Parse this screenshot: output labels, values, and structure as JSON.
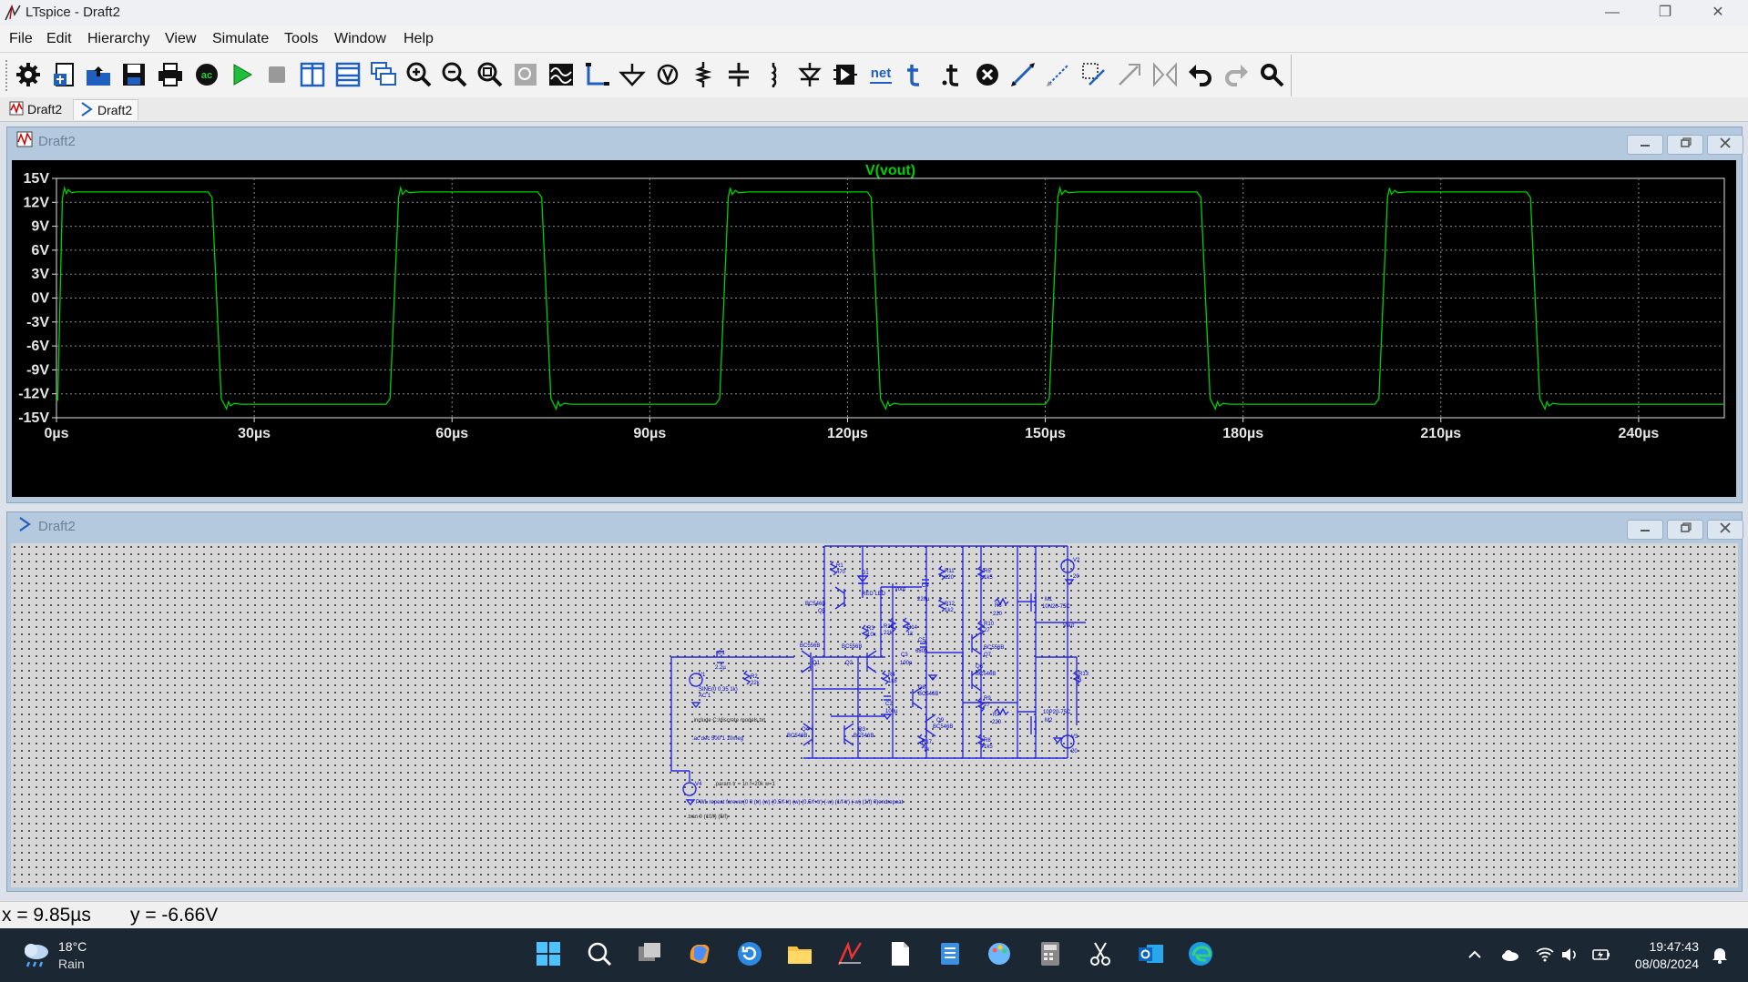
{
  "window": {
    "title": "LTspice - Draft2"
  },
  "menu": [
    "File",
    "Edit",
    "Hierarchy",
    "View",
    "Simulate",
    "Tools",
    "Window",
    "Help"
  ],
  "toolbar_icons": [
    "settings-icon",
    "new-schematic-icon",
    "open-icon",
    "save-icon",
    "print-icon",
    "ac-analysis-icon",
    "run-icon",
    "halt-icon",
    "tile-vertical-icon",
    "tile-horizontal-icon",
    "cascade-icon",
    "zoom-in-icon",
    "zoom-out-icon",
    "zoom-fit-icon",
    "zoom-back-icon",
    "waveform-icon",
    "wire-icon",
    "ground-icon",
    "label-icon",
    "resistor-icon",
    "capacitor-icon",
    "inductor-icon",
    "diode-icon",
    "component-icon",
    "net-label-icon",
    "text-icon",
    "spice-directive-icon",
    "delete-icon",
    "move-icon",
    "drag-icon",
    "rotate-icon",
    "mirror-icon",
    "flip-icon",
    "undo-icon",
    "redo-icon",
    "find-icon"
  ],
  "toolbar_labels": {
    "net": "net"
  },
  "tabs": [
    {
      "label": "Draft2",
      "icon": "waveform-icon"
    },
    {
      "label": "Draft2",
      "icon": "schematic-icon"
    }
  ],
  "plot_window": {
    "title": "Draft2",
    "trace_label": "V(vout)",
    "trace_color": "#00d000"
  },
  "chart_data": {
    "type": "line",
    "title": "",
    "xlabel": "",
    "ylabel": "",
    "xlim": [
      0,
      253
    ],
    "ylim": [
      -15,
      15
    ],
    "x_ticks": [
      "0µs",
      "30µs",
      "60µs",
      "90µs",
      "120µs",
      "150µs",
      "180µs",
      "210µs",
      "240µs"
    ],
    "y_ticks": [
      "15V",
      "12V",
      "9V",
      "6V",
      "3V",
      "0V",
      "-3V",
      "-6V",
      "-9V",
      "-12V",
      "-15V"
    ],
    "grid": true,
    "series": [
      {
        "name": "V(vout)",
        "x": [
          0,
          0.2,
          0.9,
          1.2,
          1.5,
          1.8,
          2.3,
          3,
          5,
          23,
          23.6,
          25,
          25.8,
          26.1,
          26.4,
          27,
          28,
          50,
          50.6,
          51.9,
          52.2,
          52.5,
          53,
          53.5,
          55,
          73,
          73.6,
          75,
          75.8,
          76.1,
          76.4,
          77,
          78,
          100,
          100.6,
          101.9,
          102.2,
          102.5,
          103,
          103.5,
          105,
          123,
          123.6,
          125,
          125.8,
          126.1,
          126.4,
          127,
          128,
          150,
          150.6,
          151.9,
          152.2,
          152.5,
          153,
          153.5,
          155,
          173,
          173.6,
          175,
          175.8,
          176.1,
          176.4,
          177,
          178,
          200,
          200.6,
          201.9,
          202.2,
          202.5,
          203,
          203.5,
          205,
          223,
          223.6,
          225,
          225.8,
          226.1,
          226.4,
          227,
          228,
          253
        ],
        "y": [
          -12.8,
          -12.8,
          12.5,
          13.8,
          13.1,
          13.6,
          13.2,
          13.3,
          13.3,
          13.3,
          12.6,
          -12.6,
          -13.9,
          -13.0,
          -13.5,
          -13.2,
          -13.3,
          -13.3,
          -12.6,
          12.6,
          13.8,
          13.0,
          13.5,
          13.2,
          13.3,
          13.3,
          12.6,
          -12.6,
          -13.9,
          -13.0,
          -13.5,
          -13.2,
          -13.3,
          -13.3,
          -12.6,
          12.6,
          13.8,
          13.0,
          13.5,
          13.2,
          13.3,
          13.3,
          12.6,
          -12.6,
          -13.9,
          -13.0,
          -13.5,
          -13.2,
          -13.3,
          -13.3,
          -12.6,
          12.6,
          13.8,
          13.0,
          13.5,
          13.2,
          13.3,
          13.3,
          12.6,
          -12.6,
          -13.9,
          -13.0,
          -13.5,
          -13.2,
          -13.3,
          -13.3,
          -12.6,
          12.6,
          13.8,
          13.0,
          13.5,
          13.2,
          13.3,
          13.3,
          12.6,
          -12.6,
          -13.9,
          -13.0,
          -13.5,
          -13.2,
          -13.3,
          -13.3
        ]
      }
    ]
  },
  "schematic_window": {
    "title": "Draft2"
  },
  "schematic_labels": {
    "r1": "R1",
    "r1v": "470",
    "d1": "D1",
    "redled": "RED LED",
    "vout1": "Vout",
    "c4": "C4",
    "c4v": "220µ",
    "r11": "R11",
    "r11v": "820",
    "r12": "R12",
    "r12v": "1k2",
    "r5": "R5",
    "r5v": "1k5",
    "r6": "R6",
    "r6v": "220",
    "m1": "M1",
    "m1v": "10N20-75C",
    "v2": "V2",
    "v2v": "20",
    "bc546b_q5": "BC546B",
    "q5": "Q5",
    "r3": "R3",
    "r3v": "10k",
    "r15": "R15",
    "r15v": "22k",
    "r14": "R14",
    "r14v": "1k",
    "c5": "C5",
    "c5v": "680p",
    "r10": "R10",
    "r10v": "27",
    "bc556b_q7": "BC556B",
    "q7": "Q7",
    "vout2": "Vout",
    "bc556b_q1": "BC556B",
    "bc556b_q2": "BC556B",
    "q1": "Q1",
    "q2": "Q2",
    "c1": "C1",
    "c1v": "2.2µ",
    "r2": "R2",
    "r2v": "22k",
    "v1": "V1",
    "v1src": "SINE(0 0.35 1k)",
    "v1ac": "AC 1",
    "r4": "R4",
    "r4v": "1k8",
    "c3": "C3",
    "c3v": "100p",
    "q8": "Q8",
    "bc546b_q8": "BC546B",
    "q6": "Q6",
    "bc546b_q6": "BC546B",
    "r13": "R13",
    "r13v": "8",
    "c2": "C2",
    "c2v": "100µ",
    "r9": "R9",
    "r9v": "27",
    "r7": "R7",
    "r7v": "220",
    "m2": "M2",
    "m2v": "10P20-75C",
    "q4": "Q4",
    "q3": "Q3",
    "bc546b_q4": "BC546B",
    "bc546b_q3": "BC546B",
    "q9": "Q9",
    "bc546b_q9": "BC546B",
    "r17": "R17",
    "r17v": "1k",
    "r8": "R8",
    "r8v": "1k5",
    "v3": "V3",
    "v3v": "20",
    "include": ".include C:/discrete models.txt",
    "ac_dir": ".ac dec 500 1 10meg",
    "param": ".param tr = 1n f=20k w=1",
    "v4": "V4",
    "pwl": "PWL repeat forever(0 0 (tr) (w) (0.5/f-tr) (w) (0.5/f+tr) (-w) (1/f-tr) (-w) (1/f) 0)endrepeat",
    "tran": ".tran 0 (10/f) (5/f)"
  },
  "status": {
    "x": "x = 9.85µs",
    "y": "y = -6.66V"
  },
  "taskbar": {
    "weather_temp": "18°C",
    "weather_desc": "Rain",
    "time": "19:47:43",
    "date": "08/08/2024",
    "apps": [
      "windows-start-icon",
      "search-icon",
      "task-view-icon",
      "copilot-icon",
      "edge-refresh-icon",
      "file-explorer-icon",
      "ltspice-icon",
      "notepad-icon",
      "notes-icon",
      "paint-icon",
      "calculator-icon",
      "snipping-tool-icon",
      "outlook-icon",
      "edge-icon"
    ]
  }
}
